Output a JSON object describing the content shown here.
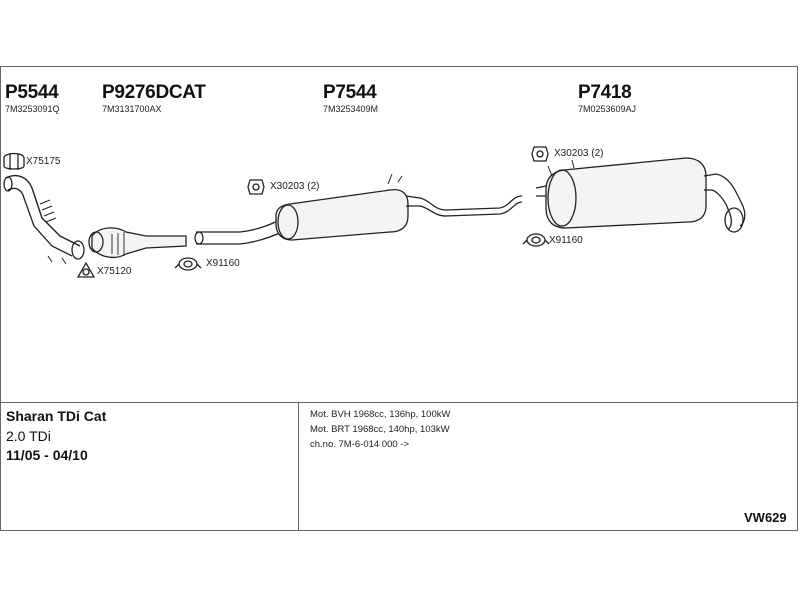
{
  "parts": [
    {
      "part_no": "P5544",
      "oem_no": "7M3253091Q"
    },
    {
      "part_no": "P9276DCAT",
      "oem_no": "7M3131700AX"
    },
    {
      "part_no": "P7544",
      "oem_no": "7M3253409M"
    },
    {
      "part_no": "P7418",
      "oem_no": "7M0253609AJ"
    }
  ],
  "accessories": [
    {
      "label": "X75175",
      "icon": "clamp-icon"
    },
    {
      "label": "X75120",
      "icon": "gasket-icon"
    },
    {
      "label": "X91160",
      "icon": "clamp-icon"
    },
    {
      "label": "X30203 (2)",
      "icon": "rubber-hanger-icon"
    },
    {
      "label": "X30203 (2)",
      "icon": "rubber-hanger-icon"
    },
    {
      "label": "X91160",
      "icon": "clamp-icon"
    }
  ],
  "vehicle": {
    "model": "Sharan TDi Cat",
    "engine_size": "2.0 TDi",
    "years": "11/05 - 04/10"
  },
  "engine_lines": [
    "Mot. BVH 1968cc, 136hp, 100kW",
    "Mot. BRT 1968cc, 140hp, 103kW",
    "ch.no. 7M-6-014 000 ->"
  ],
  "ref_code": "VW629"
}
